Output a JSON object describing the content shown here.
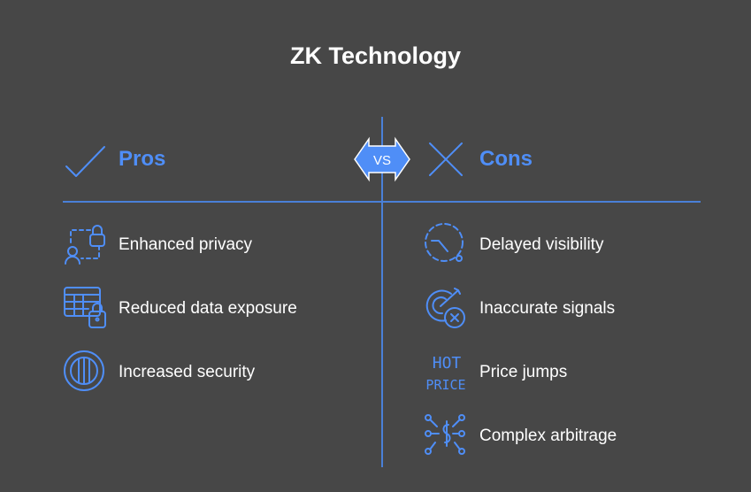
{
  "title": "ZK Technology",
  "vs_label": "VS",
  "pros": {
    "heading": "Pros",
    "items": [
      {
        "label": "Enhanced privacy",
        "icon": "privacy-lock-user-icon"
      },
      {
        "label": "Reduced data exposure",
        "icon": "table-lock-icon"
      },
      {
        "label": "Increased security",
        "icon": "vault-icon"
      }
    ]
  },
  "cons": {
    "heading": "Cons",
    "items": [
      {
        "label": "Delayed visibility",
        "icon": "delayed-gauge-icon"
      },
      {
        "label": "Inaccurate signals",
        "icon": "target-miss-icon"
      },
      {
        "label": "Price jumps",
        "icon": "hot-price-icon",
        "icon_text": [
          "HOT",
          "PRICE"
        ]
      },
      {
        "label": "Complex arbitrage",
        "icon": "dollar-network-icon"
      }
    ]
  },
  "colors": {
    "accent": "#4f8ef7",
    "background": "#474747"
  }
}
